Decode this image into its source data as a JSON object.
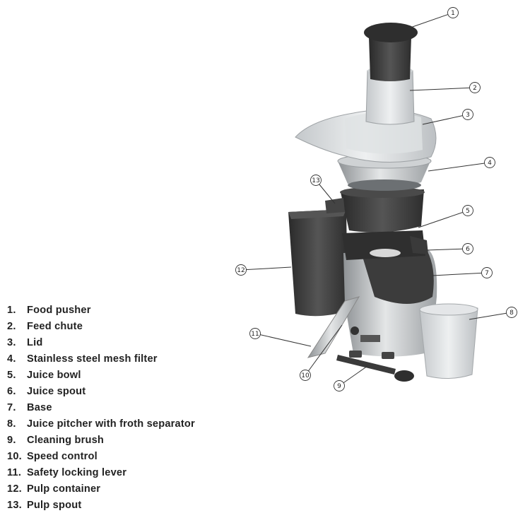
{
  "legend": [
    {
      "num": "1.",
      "label": "Food pusher"
    },
    {
      "num": "2.",
      "label": "Feed chute"
    },
    {
      "num": "3.",
      "label": "Lid"
    },
    {
      "num": "4.",
      "label": "Stainless steel mesh filter"
    },
    {
      "num": "5.",
      "label": "Juice bowl"
    },
    {
      "num": "6.",
      "label": "Juice spout"
    },
    {
      "num": "7.",
      "label": "Base"
    },
    {
      "num": "8.",
      "label": "Juice pitcher with froth separator"
    },
    {
      "num": "9.",
      "label": "Cleaning brush"
    },
    {
      "num": "10.",
      "label": "Speed control"
    },
    {
      "num": "11.",
      "label": "Safety locking lever"
    },
    {
      "num": "12.",
      "label": "Pulp container"
    },
    {
      "num": "13.",
      "label": "Pulp spout"
    }
  ],
  "callouts": [
    "1",
    "2",
    "3",
    "4",
    "5",
    "6",
    "7",
    "8",
    "9",
    "10",
    "11",
    "12",
    "13"
  ],
  "colors": {
    "dark_plastic": "#3a3a3a",
    "clear_plastic": "#d6d9db",
    "steel": "#b8bcbf",
    "line": "#333333"
  }
}
